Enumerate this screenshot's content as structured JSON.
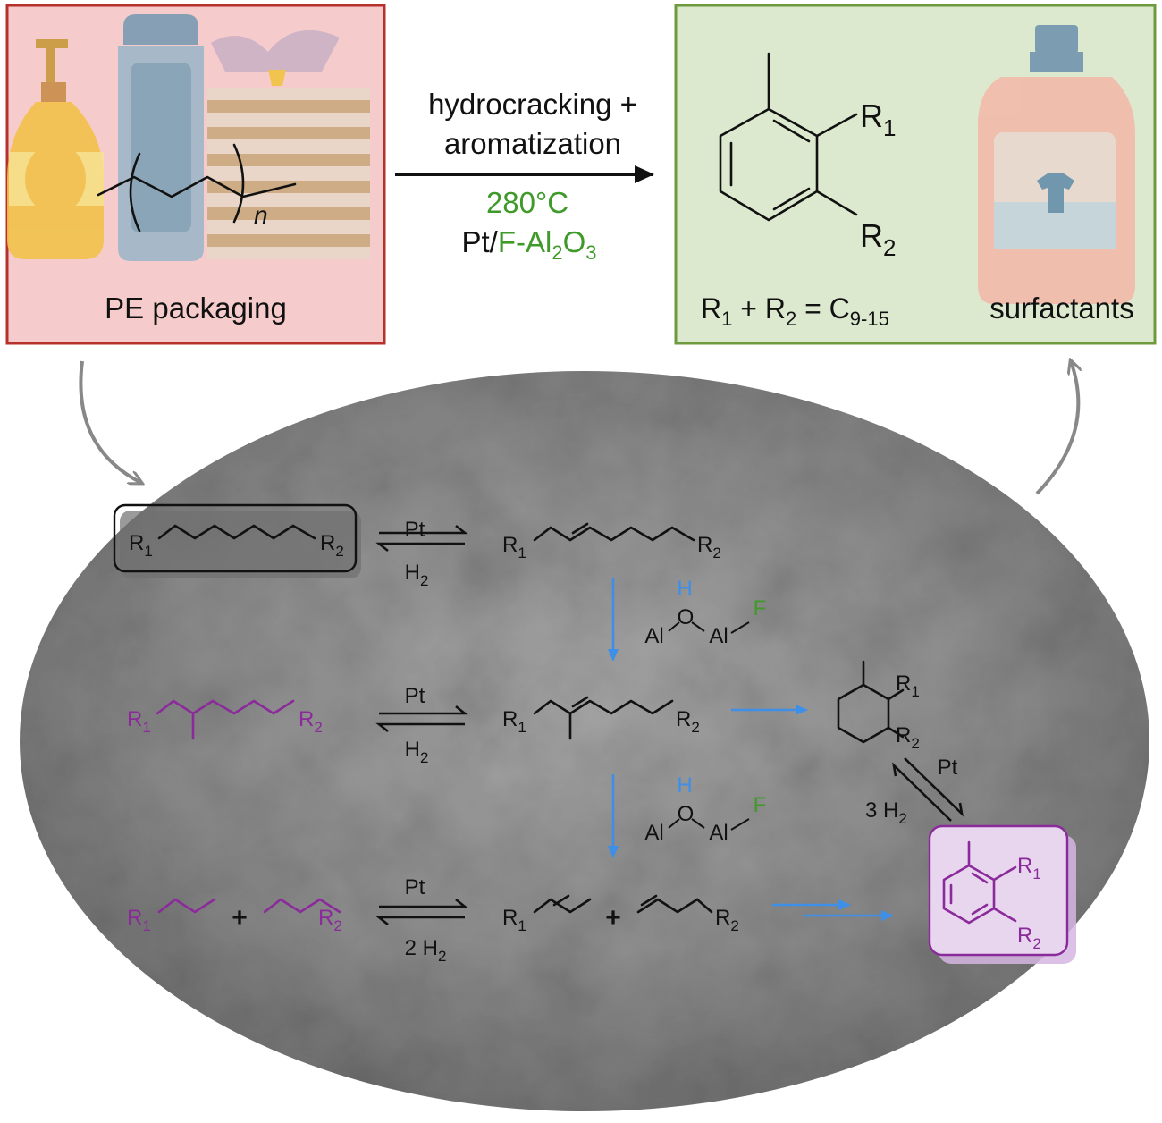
{
  "top": {
    "left_panel": {
      "polymer_subscript": "n",
      "caption": "PE packaging"
    },
    "arrow": {
      "line1": "hydrocracking +",
      "line2": "aromatization",
      "temperature": "280°C",
      "catalyst_metal": "Pt/",
      "catalyst_support": "F-Al",
      "support_sub1": "2",
      "support_o": "O",
      "support_sub2": "3"
    },
    "right_panel": {
      "r1": "R",
      "r1_sub": "1",
      "r2": "R",
      "r2_sub": "2",
      "formula": {
        "a": "R",
        "a_sub": "1",
        "plus": " + R",
        "b_sub": "2",
        "eq": " = C",
        "c_sub": "9-15"
      },
      "product_caption": "surfactants"
    }
  },
  "mechanism": {
    "r_sym": "R",
    "sub1": "1",
    "sub2": "2",
    "pt": "Pt",
    "h2": "H",
    "h2_sub": "2",
    "h2_label_2": "2 H",
    "h2_label_3": "3 H",
    "plus": "+",
    "acid_site": {
      "h": "H",
      "o": "O",
      "al_left": "Al",
      "al_right": "Al",
      "f": "F"
    }
  },
  "colors": {
    "left_fill": "#f6cbcc",
    "left_border": "#b7312c",
    "right_fill": "#dde9cf",
    "right_border": "#6d9a3c",
    "green_text": "#3f9a2a",
    "acid_arrow": "#3d8fe8",
    "branched": "#8b2a9a",
    "background_ellipse": "#8f8f8f"
  }
}
